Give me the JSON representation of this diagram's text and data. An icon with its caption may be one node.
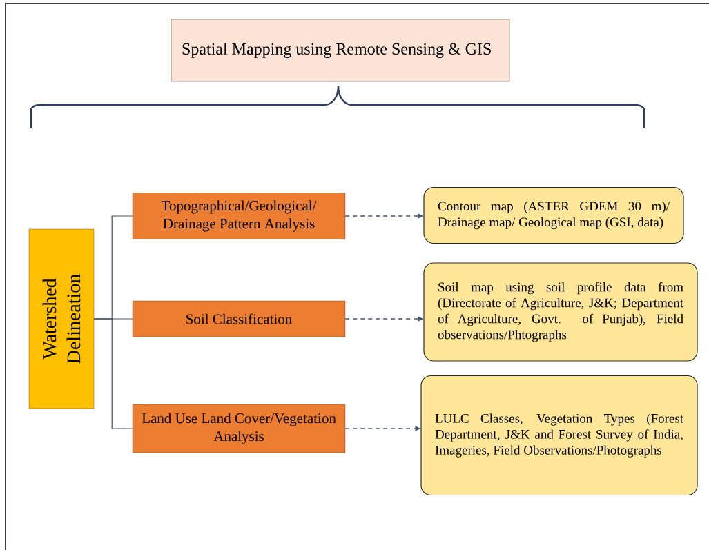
{
  "diagram": {
    "nodes": [
      {
        "text": [
          "Spatial Mapping using Remote Sensing & GIS"
        ]
      },
      {
        "text": [
          "Watershed Delineation"
        ]
      },
      {
        "text": [
          "Topographical/Geological/ Drainage Pattern Analysis"
        ]
      },
      {
        "text": [
          "Soil Classification"
        ]
      },
      {
        "text": [
          "Land Use Land Cover/Vegetation Analysis"
        ]
      },
      {
        "text": [
          "Contour map (ASTER GDEM 30 m)/ Drainage map/ Geological map (GSI, data)"
        ]
      },
      {
        "text": [
          "Soil map using soil profile data from (Directorate of Agriculture, J&K; Department of Agriculture, Govt. of Punjab), Field observations/Phtographs"
        ]
      },
      {
        "text": [
          "LULC Classes, Vegetation Types (Forest Department, J&K and Forest Survey of India, Imageries, Field Observations/Photographs"
        ]
      }
    ],
    "edges": [
      {
        "from": 1,
        "to": 2,
        "arrow": "none"
      },
      {
        "from": 1,
        "to": 3,
        "arrow": "none"
      },
      {
        "from": 1,
        "to": 4,
        "arrow": "none"
      },
      {
        "from": 2,
        "to": 5,
        "arrow": "to",
        "style": "dashed"
      },
      {
        "from": 3,
        "to": 6,
        "arrow": "to",
        "style": "dashed"
      },
      {
        "from": 4,
        "to": 7,
        "arrow": "to",
        "style": "dashed"
      }
    ]
  }
}
